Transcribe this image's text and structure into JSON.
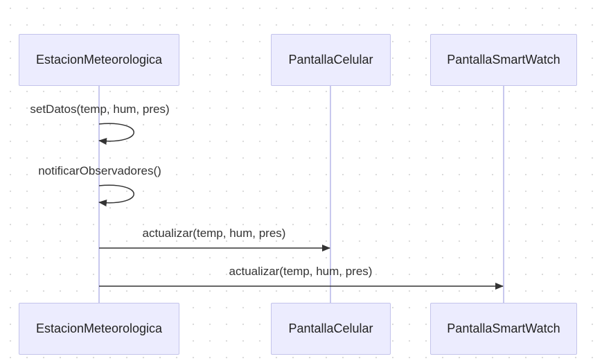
{
  "participants": [
    {
      "id": "estacion",
      "label": "EstacionMeteorologica"
    },
    {
      "id": "celular",
      "label": "PantallaCelular"
    },
    {
      "id": "smartwatch",
      "label": "PantallaSmartWatch"
    }
  ],
  "messages": [
    {
      "from": "estacion",
      "to": "estacion",
      "label": "setDatos(temp, hum, pres)"
    },
    {
      "from": "estacion",
      "to": "estacion",
      "label": "notificarObservadores()"
    },
    {
      "from": "estacion",
      "to": "celular",
      "label": "actualizar(temp, hum, pres)"
    },
    {
      "from": "estacion",
      "to": "smartwatch",
      "label": "actualizar(temp, hum, pres)"
    }
  ]
}
